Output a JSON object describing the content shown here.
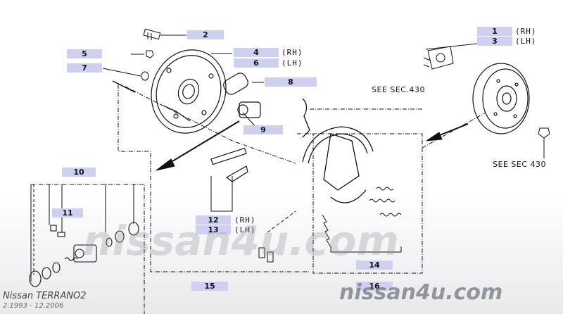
{
  "callouts": {
    "c1": "1",
    "c1_side": "(RH)",
    "c3": "3",
    "c3_side": "(LH)",
    "c2": "2",
    "c4": "4",
    "c4_side": "(RH)",
    "c6": "6",
    "c6_side": "(LH)",
    "c5": "5",
    "c7": "7",
    "c8": "8",
    "c9": "9",
    "c10": "10",
    "c11": "11",
    "c12": "12",
    "c12_side": "(RH)",
    "c13": "13",
    "c13_side": "(LH)",
    "c14": "14",
    "c15": "15",
    "c16": "16"
  },
  "references": {
    "see_sec_top": "SEE SEC.430",
    "see_sec_bottom": "SEE SEC 430"
  },
  "watermark": {
    "center": "nissan4u.com",
    "corner": "nissan4u.com"
  },
  "caption": {
    "model": "Nissan TERRANO2",
    "dates": "2.1993 - 12.2006"
  },
  "colors": {
    "callout_bg": "#cfd0ef",
    "line": "#111111",
    "watermark": "#9a9aa4"
  }
}
